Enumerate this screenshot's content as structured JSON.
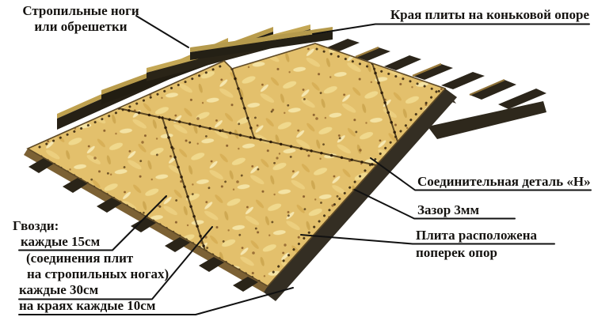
{
  "labels": {
    "rafters": {
      "line1": "Стропильные ноги",
      "line2": "или обрешетки"
    },
    "ridge_edge": "Края плиты на коньковой опоре",
    "h_clip": "Соединительная деталь «Н»",
    "gap": "Зазор 3мм",
    "plate_across": {
      "line1": "Плита расположена",
      "line2": "поперек опор"
    },
    "nails": {
      "title": "Гвозди:",
      "items": [
        "каждые 15см",
        "(соединения плит",
        "на стропильных ногах)",
        "каждые 30см",
        "на краях каждые 10см"
      ]
    }
  },
  "colors": {
    "osb_base": "#e3c06c",
    "osb_light": "#f0d98d",
    "wood_side_dark": "#262015",
    "wood_top_tan": "#bfa14f",
    "edge_board": "#3a3226",
    "leader_line": "#111111",
    "label_text": "#151310"
  }
}
